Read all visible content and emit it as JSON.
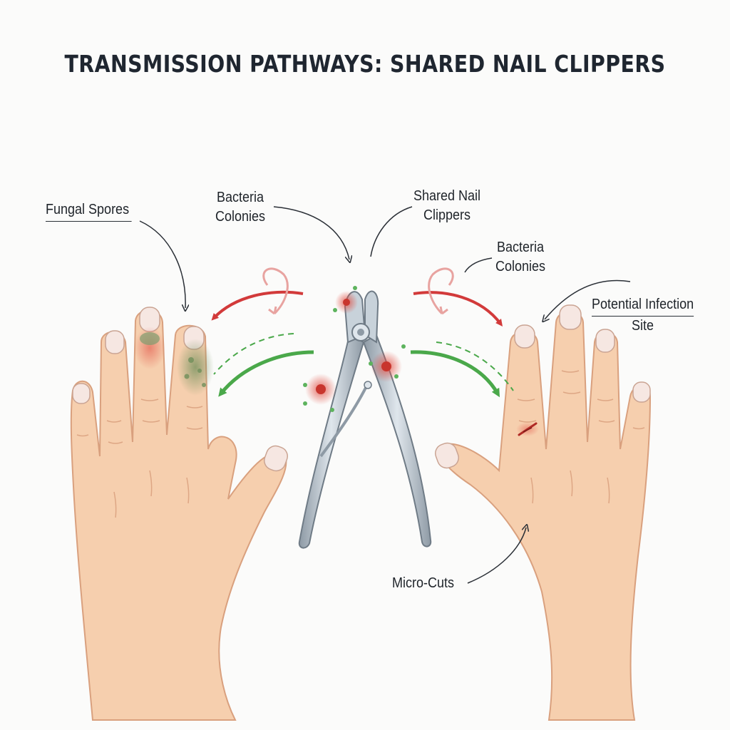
{
  "title": "TRANSMISSION PATHWAYS: SHARED NAIL CLIPPERS",
  "labels": {
    "fungal_spores": "Fungal Spores",
    "bacteria_left_line1": "Bacteria",
    "bacteria_left_line2": "Colonies",
    "clippers_line1": "Shared Nail",
    "clippers_line2": "Clippers",
    "bacteria_right_line1": "Bacteria",
    "bacteria_right_line2": "Colonies",
    "infection_line1": "Potential Infection",
    "infection_line2": "Site",
    "micro_cuts": "Micro-Cuts"
  },
  "colors": {
    "skin": "#f6cfae",
    "skin_outline": "#d9a07e",
    "nail": "#f6e7e2",
    "metal": "#b9c5cf",
    "metal_dark": "#7d8a96",
    "red_arrow": "#d23a3a",
    "green_arrow": "#4aa84a",
    "bacteria": "#c8352d",
    "fungus": "#7f9c6f",
    "text": "#1e2329"
  }
}
